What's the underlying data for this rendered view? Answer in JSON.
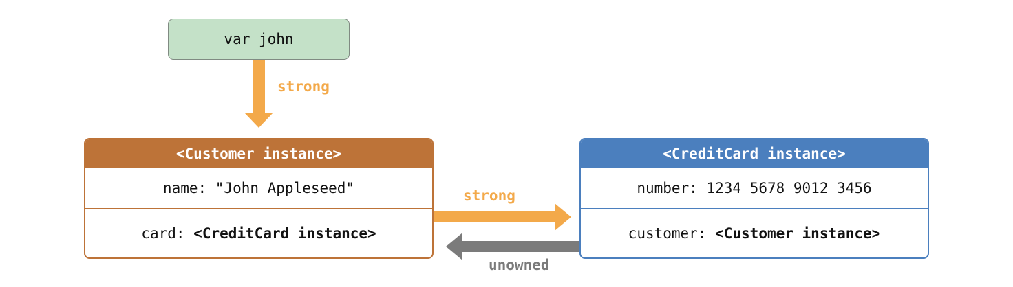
{
  "variable": {
    "label": "var john"
  },
  "customer_instance": {
    "header": "<Customer instance>",
    "name_key": "name: ",
    "name_value": "\"John Appleseed\"",
    "card_key": "card: ",
    "card_value": "<CreditCard instance>"
  },
  "creditcard_instance": {
    "header": "<CreditCard instance>",
    "number_key": "number: ",
    "number_value": "1234_5678_9012_3456",
    "customer_key": "customer: ",
    "customer_value": "<Customer instance>"
  },
  "references": {
    "john_to_customer": "strong",
    "customer_to_card": "strong",
    "card_to_customer": "unowned"
  },
  "colors": {
    "strong": "#f3a94a",
    "unowned": "#7b7b7b",
    "customer": "#bd7338",
    "creditcard": "#4b7fbe",
    "variable_fill": "#c4e1c8"
  }
}
